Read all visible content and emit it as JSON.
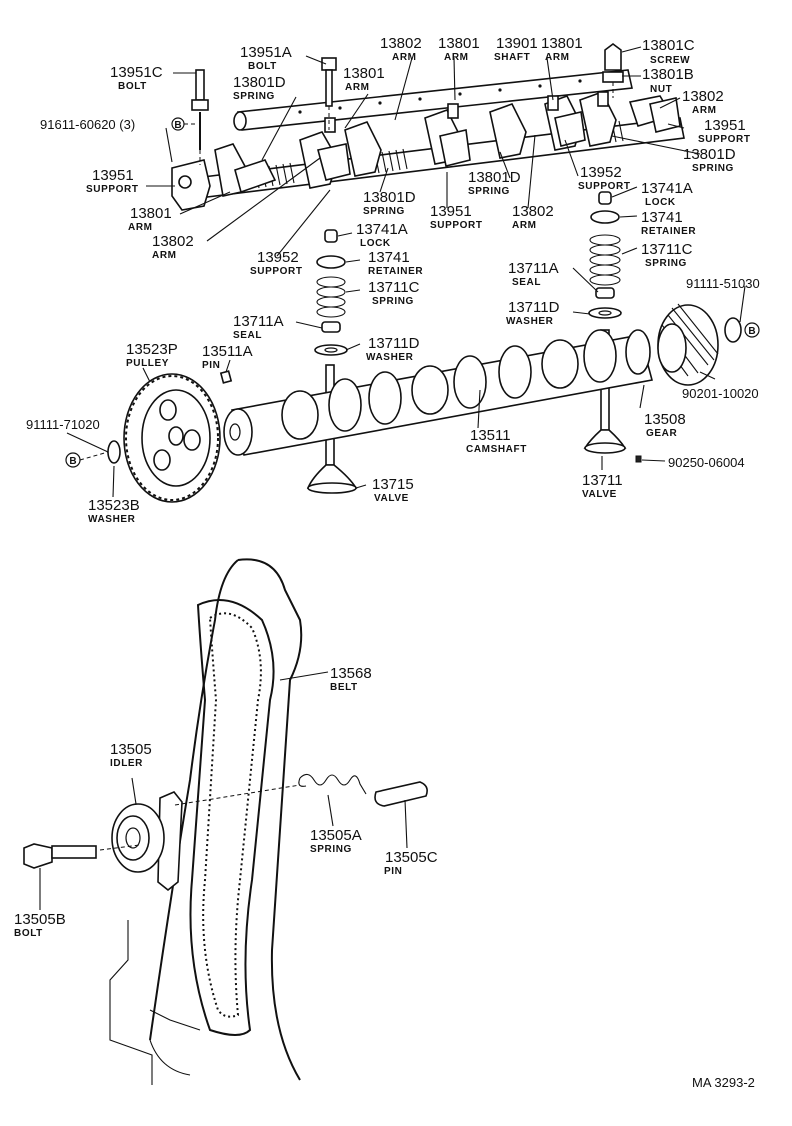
{
  "callouts": [
    {
      "id": "c-13951c",
      "number": "13951C",
      "desc": "BOLT"
    },
    {
      "id": "c-13951a",
      "number": "13951A",
      "desc": "BOLT"
    },
    {
      "id": "c-13802-top",
      "number": "13802",
      "desc": "ARM"
    },
    {
      "id": "c-13801-top1",
      "number": "13801",
      "desc": "ARM"
    },
    {
      "id": "c-13901",
      "number": "13901",
      "desc": "SHAFT"
    },
    {
      "id": "c-13801-top2",
      "number": "13801",
      "desc": "ARM"
    },
    {
      "id": "c-13801c",
      "number": "13801C",
      "desc": "SCREW"
    },
    {
      "id": "c-13801b",
      "number": "13801B",
      "desc": "NUT"
    },
    {
      "id": "c-13802-right",
      "number": "13802",
      "desc": "ARM"
    },
    {
      "id": "c-13951-right",
      "number": "13951",
      "desc": "SUPPORT"
    },
    {
      "id": "c-13801d-right",
      "number": "13801D",
      "desc": "SPRING"
    },
    {
      "id": "c-13801d-left",
      "number": "13801D",
      "desc": "SPRING"
    },
    {
      "id": "c-13801-mid",
      "number": "13801",
      "desc": "ARM"
    },
    {
      "id": "c-91611",
      "number": "91611-60620 (3)",
      "desc": ""
    },
    {
      "id": "c-13951-left",
      "number": "13951",
      "desc": "SUPPORT"
    },
    {
      "id": "c-13801-left",
      "number": "13801",
      "desc": "ARM"
    },
    {
      "id": "c-13802-left",
      "number": "13802",
      "desc": "ARM"
    },
    {
      "id": "c-13801d-center",
      "number": "13801D",
      "desc": "SPRING"
    },
    {
      "id": "c-13951-center",
      "number": "13951",
      "desc": "SUPPORT"
    },
    {
      "id": "c-13801d-center2",
      "number": "13801D",
      "desc": "SPRING"
    },
    {
      "id": "c-13802-center",
      "number": "13802",
      "desc": "ARM"
    },
    {
      "id": "c-13952-right",
      "number": "13952",
      "desc": "SUPPORT"
    },
    {
      "id": "c-13741a-right",
      "number": "13741A",
      "desc": "LOCK"
    },
    {
      "id": "c-13741-right",
      "number": "13741",
      "desc": "RETAINER"
    },
    {
      "id": "c-13711c-right",
      "number": "13711C",
      "desc": "SPRING"
    },
    {
      "id": "c-13952-left",
      "number": "13952",
      "desc": "SUPPORT"
    },
    {
      "id": "c-13741a-left",
      "number": "13741A",
      "desc": "LOCK"
    },
    {
      "id": "c-13741-left",
      "number": "13741",
      "desc": "RETAINER"
    },
    {
      "id": "c-13711c-left",
      "number": "13711C",
      "desc": "SPRING"
    },
    {
      "id": "c-13711a-right",
      "number": "13711A",
      "desc": "SEAL"
    },
    {
      "id": "c-13711d-right",
      "number": "13711D",
      "desc": "WASHER"
    },
    {
      "id": "c-91111-51030",
      "number": "91111-51030",
      "desc": ""
    },
    {
      "id": "c-13711a-left",
      "number": "13711A",
      "desc": "SEAL"
    },
    {
      "id": "c-13711d-left",
      "number": "13711D",
      "desc": "WASHER"
    },
    {
      "id": "c-13523p",
      "number": "13523P",
      "desc": "PULLEY"
    },
    {
      "id": "c-13511a",
      "number": "13511A",
      "desc": "PIN"
    },
    {
      "id": "c-90201",
      "number": "90201-10020",
      "desc": ""
    },
    {
      "id": "c-13508",
      "number": "13508",
      "desc": "GEAR"
    },
    {
      "id": "c-91111-71020",
      "number": "91111-71020",
      "desc": ""
    },
    {
      "id": "c-13511",
      "number": "13511",
      "desc": "CAMSHAFT"
    },
    {
      "id": "c-13711-valve",
      "number": "13711",
      "desc": "VALVE"
    },
    {
      "id": "c-90250",
      "number": "90250-06004",
      "desc": ""
    },
    {
      "id": "c-13715",
      "number": "13715",
      "desc": "VALVE"
    },
    {
      "id": "c-13523b",
      "number": "13523B",
      "desc": "WASHER"
    },
    {
      "id": "c-13568",
      "number": "13568",
      "desc": "BELT"
    },
    {
      "id": "c-13505",
      "number": "13505",
      "desc": "IDLER"
    },
    {
      "id": "c-13505a",
      "number": "13505A",
      "desc": "SPRING"
    },
    {
      "id": "c-13505c",
      "number": "13505C",
      "desc": "PIN"
    },
    {
      "id": "c-13505b",
      "number": "13505B",
      "desc": "BOLT"
    }
  ],
  "ref_marks": [
    "B",
    "B",
    "B"
  ],
  "drawing_ref": "MA 3293-2"
}
